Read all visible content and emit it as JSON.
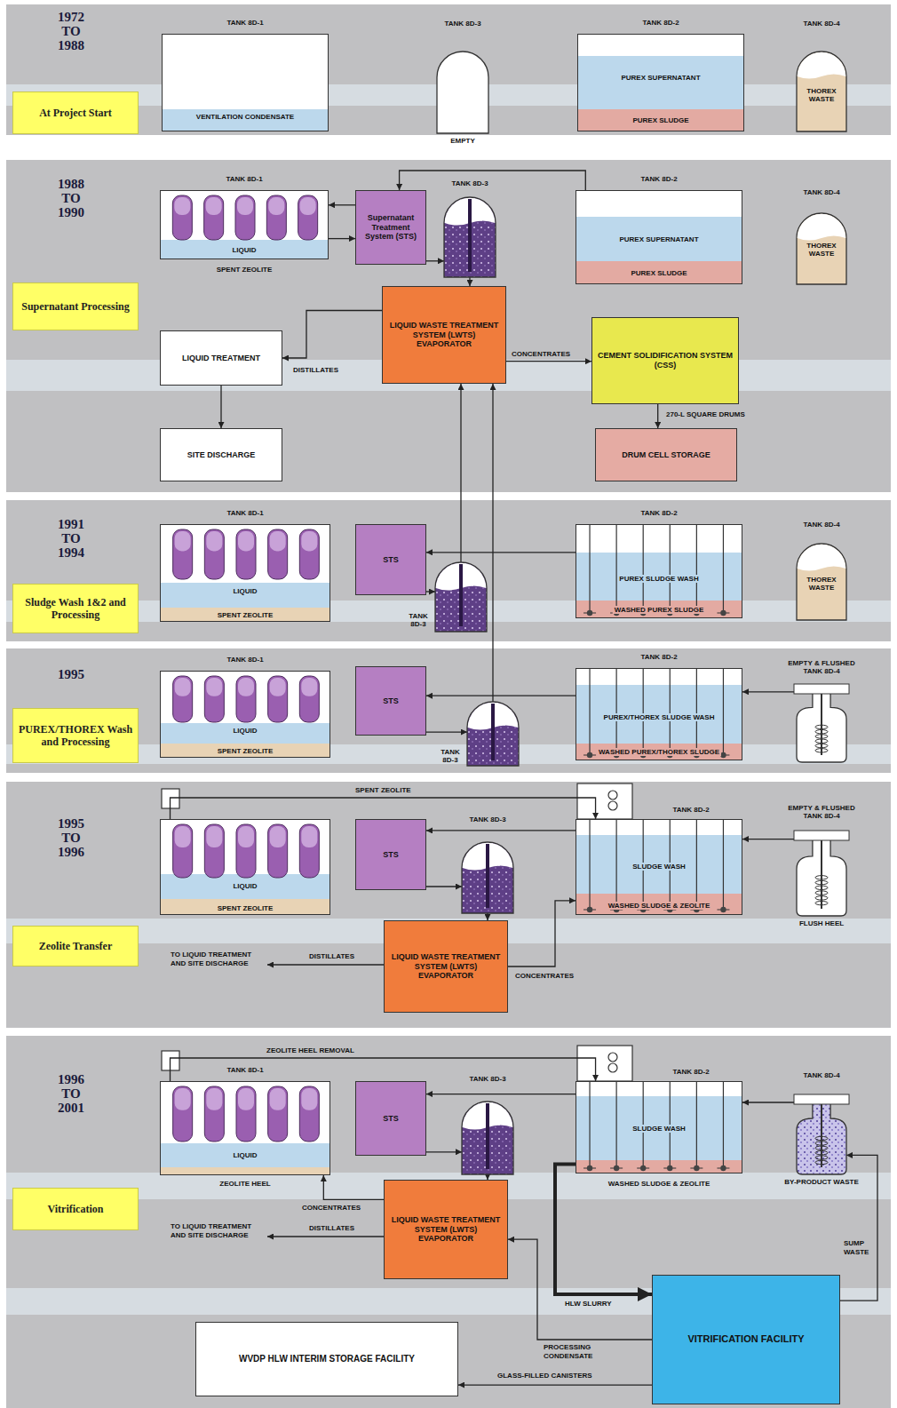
{
  "diagram": {
    "nodes": [
      {
        "text": [
          "At Project Start"
        ]
      },
      {
        "text": [
          "TANK 8D-1",
          "VENTILATION CONDENSATE"
        ]
      },
      {
        "text": [
          "TANK 8D-3",
          "EMPTY"
        ]
      },
      {
        "text": [
          "TANK 8D-2",
          "PUREX SUPERNATANT",
          "PUREX SLUDGE"
        ]
      },
      {
        "text": [
          "TANK 8D-4",
          "THOREX WASTE"
        ]
      },
      {
        "text": [
          "Supernatant Processing"
        ]
      },
      {
        "text": [
          "TANK 8D-1",
          "LIQUID",
          "SPENT ZEOLITE"
        ]
      },
      {
        "text": [
          "Supernatant Treatment System (STS)"
        ]
      },
      {
        "text": [
          "TANK 8D-3"
        ]
      },
      {
        "text": [
          "TANK 8D-2",
          "PUREX SUPERNATANT",
          "PUREX SLUDGE"
        ]
      },
      {
        "text": [
          "TANK 8D-4",
          "THOREX WASTE"
        ]
      },
      {
        "text": [
          "LIQUID WASTE TREATMENT SYSTEM (LWTS) EVAPORATOR"
        ]
      },
      {
        "text": [
          "LIQUID TREATMENT"
        ]
      },
      {
        "text": [
          "CEMENT SOLIDIFICATION SYSTEM (CSS)"
        ]
      },
      {
        "text": [
          "DRUM CELL STORAGE"
        ]
      },
      {
        "text": [
          "SITE DISCHARGE"
        ]
      },
      {
        "text": [
          "Sludge Wash 1&2 and Processing"
        ]
      },
      {
        "text": [
          "TANK 8D-1",
          "LIQUID",
          "SPENT ZEOLITE"
        ]
      },
      {
        "text": [
          "STS"
        ]
      },
      {
        "text": [
          "TANK 8D-3"
        ]
      },
      {
        "text": [
          "TANK 8D-2",
          "PUREX SLUDGE WASH",
          "WASHED PUREX SLUDGE"
        ]
      },
      {
        "text": [
          "TANK 8D-4",
          "THOREX WASTE"
        ]
      },
      {
        "text": [
          "PUREX/THOREX Wash and Processing"
        ]
      },
      {
        "text": [
          "TANK 8D-1",
          "LIQUID",
          "SPENT ZEOLITE"
        ]
      },
      {
        "text": [
          "STS"
        ]
      },
      {
        "text": [
          "TANK 8D-3"
        ]
      },
      {
        "text": [
          "TANK 8D-2",
          "PUREX/THOREX SLUDGE WASH",
          "WASHED PUREX/THOREX SLUDGE"
        ]
      },
      {
        "text": [
          "EMPTY & FLUSHED TANK 8D-4"
        ]
      },
      {
        "text": [
          "Zeolite Transfer"
        ]
      },
      {
        "text": [
          "LIQUID",
          "SPENT ZEOLITE"
        ]
      },
      {
        "text": [
          "STS"
        ]
      },
      {
        "text": [
          "TANK 8D-3"
        ]
      },
      {
        "text": [
          "TANK 8D-2",
          "SLUDGE WASH",
          "WASHED SLUDGE & ZEOLITE"
        ]
      },
      {
        "text": [
          "EMPTY & FLUSHED TANK 8D-4",
          "FLUSH HEEL"
        ]
      },
      {
        "text": [
          "LIQUID WASTE TREATMENT SYSTEM (LWTS) EVAPORATOR"
        ]
      },
      {
        "text": [
          "Vitrification"
        ]
      },
      {
        "text": [
          "TANK 8D-1",
          "LIQUID",
          "ZEOLITE HEEL"
        ]
      },
      {
        "text": [
          "STS"
        ]
      },
      {
        "text": [
          "TANK 8D-3"
        ]
      },
      {
        "text": [
          "TANK 8D-2",
          "SLUDGE WASH",
          "WASHED SLUDGE & ZEOLITE"
        ]
      },
      {
        "text": [
          "TANK 8D-4",
          "BY-PRODUCT WASTE"
        ]
      },
      {
        "text": [
          "LIQUID WASTE TREATMENT SYSTEM (LWTS) EVAPORATOR"
        ]
      },
      {
        "text": [
          "VITRIFICATION FACILITY"
        ]
      },
      {
        "text": [
          "WVDP HLW INTERIM STORAGE FACILITY"
        ]
      }
    ],
    "edges": [
      {
        "from": 9,
        "to": 7,
        "arrow": "to"
      },
      {
        "from": 6,
        "to": 7,
        "arrow": "to"
      },
      {
        "from": 7,
        "to": 6,
        "arrow": "to"
      },
      {
        "from": 7,
        "to": 8,
        "arrow": "to"
      },
      {
        "from": 8,
        "to": 11,
        "arrow": "to"
      },
      {
        "from": 11,
        "to": 12,
        "label": "DISTILLATES",
        "arrow": "to"
      },
      {
        "from": 11,
        "to": 13,
        "label": "CONCENTRATES",
        "arrow": "to"
      },
      {
        "from": 13,
        "to": 14,
        "label": "270-L SQUARE DRUMS",
        "arrow": "to"
      },
      {
        "from": 12,
        "to": 15,
        "arrow": "to"
      },
      {
        "from": 20,
        "to": 18,
        "arrow": "to"
      },
      {
        "from": 18,
        "to": 19,
        "arrow": "to"
      },
      {
        "from": 19,
        "to": 11,
        "arrow": "to"
      },
      {
        "from": 27,
        "to": 26,
        "arrow": "to"
      },
      {
        "from": 26,
        "to": 24,
        "arrow": "to"
      },
      {
        "from": 24,
        "to": 25,
        "arrow": "to"
      },
      {
        "from": 25,
        "to": 11,
        "arrow": "to"
      },
      {
        "from": 29,
        "to": 32,
        "label": "SPENT ZEOLITE",
        "arrow": "to"
      },
      {
        "from": 33,
        "to": 32,
        "arrow": "to"
      },
      {
        "from": 32,
        "to": 30,
        "arrow": "to"
      },
      {
        "from": 30,
        "to": 31,
        "arrow": "to"
      },
      {
        "from": 31,
        "to": 34,
        "arrow": "to"
      },
      {
        "from": 34,
        "to": 32,
        "label": "CONCENTRATES",
        "arrow": "to"
      },
      {
        "from": 36,
        "to": 39,
        "label": "ZEOLITE HEEL REMOVAL",
        "arrow": "to"
      },
      {
        "from": 40,
        "to": 39,
        "arrow": "to"
      },
      {
        "from": 39,
        "to": 37,
        "arrow": "to"
      },
      {
        "from": 37,
        "to": 38,
        "arrow": "to"
      },
      {
        "from": 38,
        "to": 41,
        "arrow": "to"
      },
      {
        "from": 41,
        "to": 36,
        "label": "CONCENTRATES",
        "arrow": "to"
      },
      {
        "from": 39,
        "to": 42,
        "label": "HLW SLURRY",
        "arrow": "to"
      },
      {
        "from": 42,
        "to": 41,
        "label": "PROCESSING CONDENSATE",
        "arrow": "to"
      },
      {
        "from": 42,
        "to": 40,
        "label": "SUMP WASTE",
        "arrow": "to"
      },
      {
        "from": 42,
        "to": 43,
        "label": "GLASS-FILLED CANISTERS",
        "arrow": "to"
      }
    ],
    "labels": [
      "1972 TO 1988",
      "1988 TO 1990",
      "1991 TO 1994",
      "1995",
      "1995 TO 1996",
      "DISTILLATES",
      "TO LIQUID TREATMENT AND SITE DISCHARGE",
      "1996 TO 2001",
      "DISTILLATES",
      "TO LIQUID TREATMENT AND SITE DISCHARGE"
    ]
  }
}
